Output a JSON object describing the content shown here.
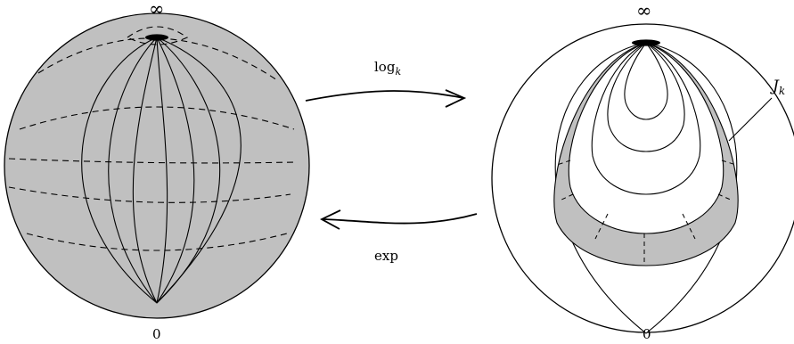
{
  "left_sphere": {
    "top_label": "∞",
    "bottom_label": "0"
  },
  "right_disk": {
    "top_label": "∞",
    "bottom_label": "0",
    "region_label": "J",
    "region_label_sub": "k"
  },
  "arrows": {
    "forward_label": "log",
    "forward_label_sub": "k",
    "backward_label": "exp"
  },
  "colors": {
    "shaded_fill": "#c0c0c0",
    "stroke": "#000000",
    "background": "#ffffff"
  }
}
